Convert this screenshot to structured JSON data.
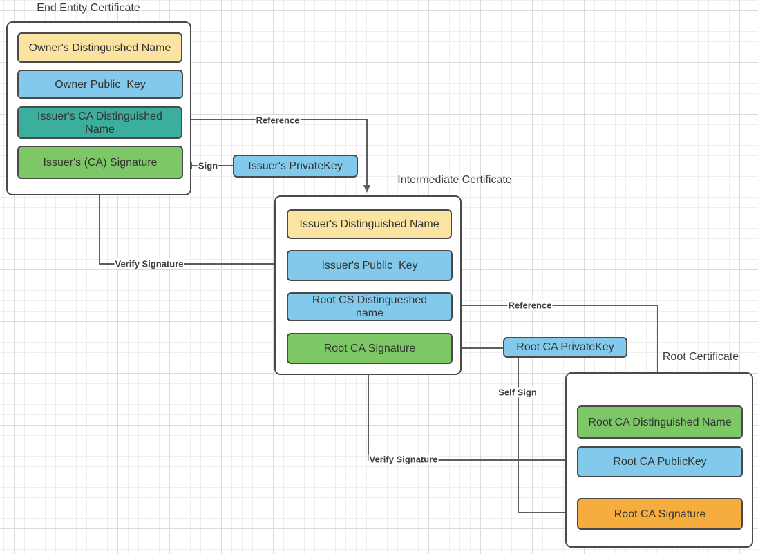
{
  "colors": {
    "yellow": "#fbe3a2",
    "blue": "#83c9eb",
    "teal": "#3bae9e",
    "green": "#7dc767",
    "orange": "#f6ad3e",
    "border": "#4a4a4a",
    "line": "#5e5e5e"
  },
  "diagram": {
    "certificates": [
      {
        "title": "End Entity Certificate",
        "fields": [
          {
            "label": "Owner's Distinguished Name",
            "color": "yellow"
          },
          {
            "label": "Owner Public  Key",
            "color": "blue"
          },
          {
            "label": "Issuer's CA Distinguished Name",
            "color": "teal"
          },
          {
            "label": "Issuer's (CA) Signature",
            "color": "green"
          }
        ]
      },
      {
        "title": "Intermediate Certificate",
        "fields": [
          {
            "label": "Issuer's Distinguished Name",
            "color": "yellow"
          },
          {
            "label": "Issuer's Public  Key",
            "color": "blue"
          },
          {
            "label": "Root CS Distingueshed name",
            "color": "blue"
          },
          {
            "label": "Root CA Signature",
            "color": "green"
          }
        ]
      },
      {
        "title": "Root Certificate",
        "fields": [
          {
            "label": "Root CA Distinguished Name",
            "color": "green"
          },
          {
            "label": "Root CA PublicKey",
            "color": "blue"
          },
          {
            "label": "Root CA Signature",
            "color": "orange"
          }
        ]
      }
    ],
    "keys": [
      {
        "label": "Issuer's PrivateKey",
        "color": "blue"
      },
      {
        "label": "Root CA PrivateKey",
        "color": "blue"
      }
    ],
    "edge_labels": {
      "reference_top": "Reference",
      "sign": "Sign",
      "verify_signature_left": "Verify Signature",
      "reference_bottom": "Reference",
      "verify_signature_bottom": "Verify Signature",
      "self_sign": "Self Sign"
    }
  }
}
